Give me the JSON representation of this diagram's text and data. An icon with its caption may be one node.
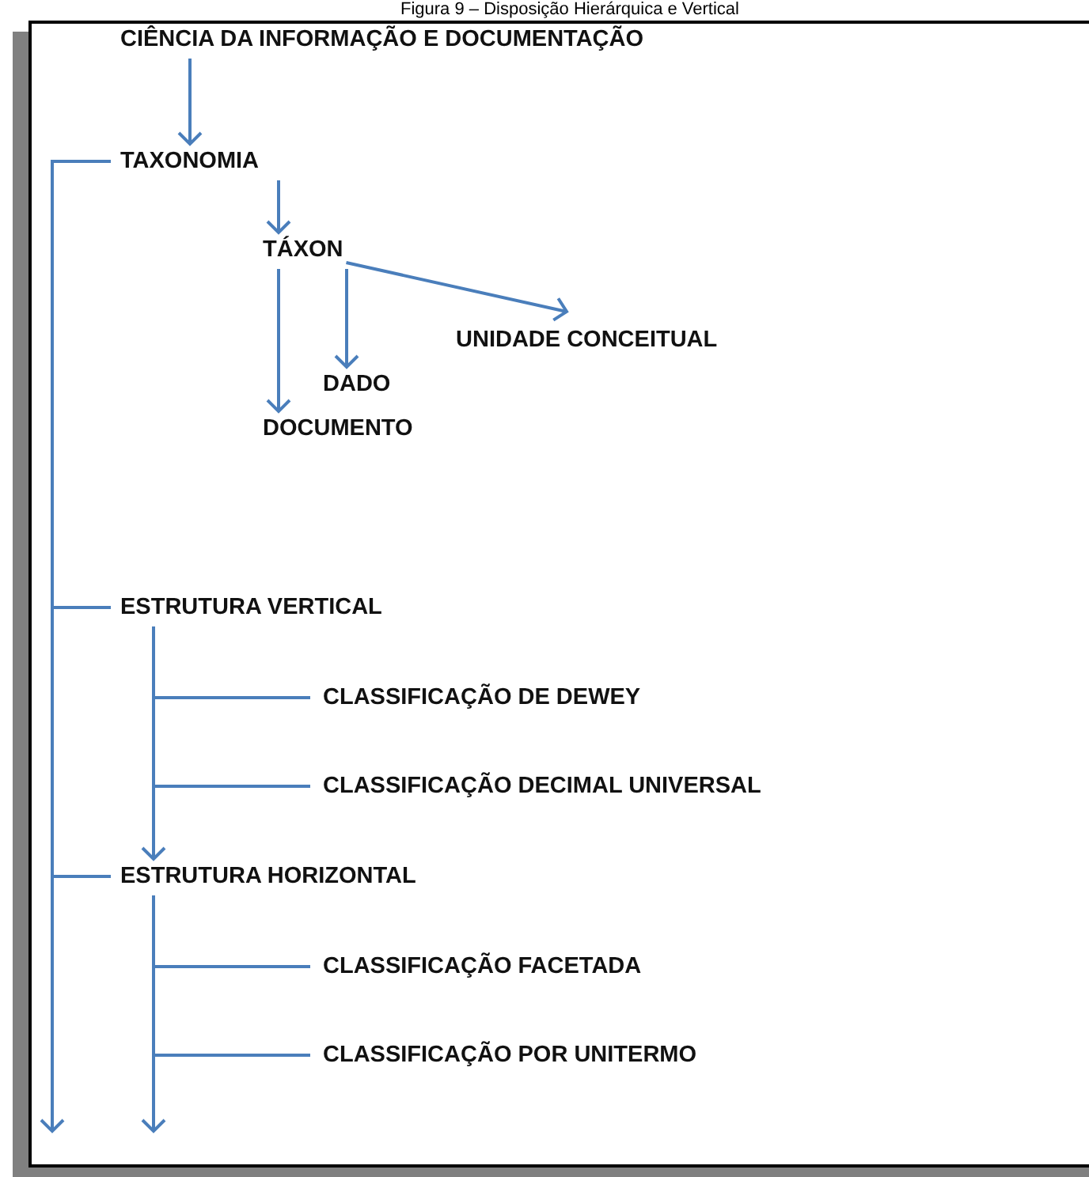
{
  "diagram": {
    "title": "Figura 9 – Disposição Hierárquica e Vertical",
    "nodes": [
      {
        "text": [
          "CIÊNCIA DA INFORMAÇÃO E DOCUMENTAÇÃO"
        ]
      },
      {
        "text": [
          "TAXONOMIA"
        ]
      },
      {
        "text": [
          "TÁXON"
        ]
      },
      {
        "text": [
          "UNIDADE CONCEITUAL"
        ]
      },
      {
        "text": [
          "DADO"
        ]
      },
      {
        "text": [
          "DOCUMENTO"
        ]
      },
      {
        "text": [
          "ESTRUTURA VERTICAL"
        ]
      },
      {
        "text": [
          "CLASSIFICAÇÃO DE DEWEY"
        ]
      },
      {
        "text": [
          "CLASSIFICAÇÃO DECIMAL UNIVERSAL"
        ]
      },
      {
        "text": [
          "ESTRUTURA HORIZONTAL"
        ]
      },
      {
        "text": [
          "CLASSIFICAÇÃO FACETADA"
        ]
      },
      {
        "text": [
          "CLASSIFICAÇÃO POR UNITERMO"
        ]
      }
    ],
    "edges": [
      {
        "from": 0,
        "to": 1,
        "arrow": "to"
      },
      {
        "from": 1,
        "to": 2,
        "arrow": "to"
      },
      {
        "from": 2,
        "to": 5,
        "arrow": "to"
      },
      {
        "from": 2,
        "to": 4,
        "arrow": "to"
      },
      {
        "from": 2,
        "to": 3,
        "arrow": "to"
      },
      {
        "from": 1,
        "to": 6,
        "arrow": "none"
      },
      {
        "from": 1,
        "to": 9,
        "arrow": "none"
      },
      {
        "from": 1,
        "to": null,
        "arrow": "to"
      },
      {
        "from": 6,
        "to": 7,
        "arrow": "none"
      },
      {
        "from": 6,
        "to": 8,
        "arrow": "none"
      },
      {
        "from": 6,
        "to": 9,
        "arrow": "to"
      },
      {
        "from": 9,
        "to": 10,
        "arrow": "none"
      },
      {
        "from": 9,
        "to": 11,
        "arrow": "none"
      },
      {
        "from": 9,
        "to": null,
        "arrow": "to"
      }
    ]
  }
}
